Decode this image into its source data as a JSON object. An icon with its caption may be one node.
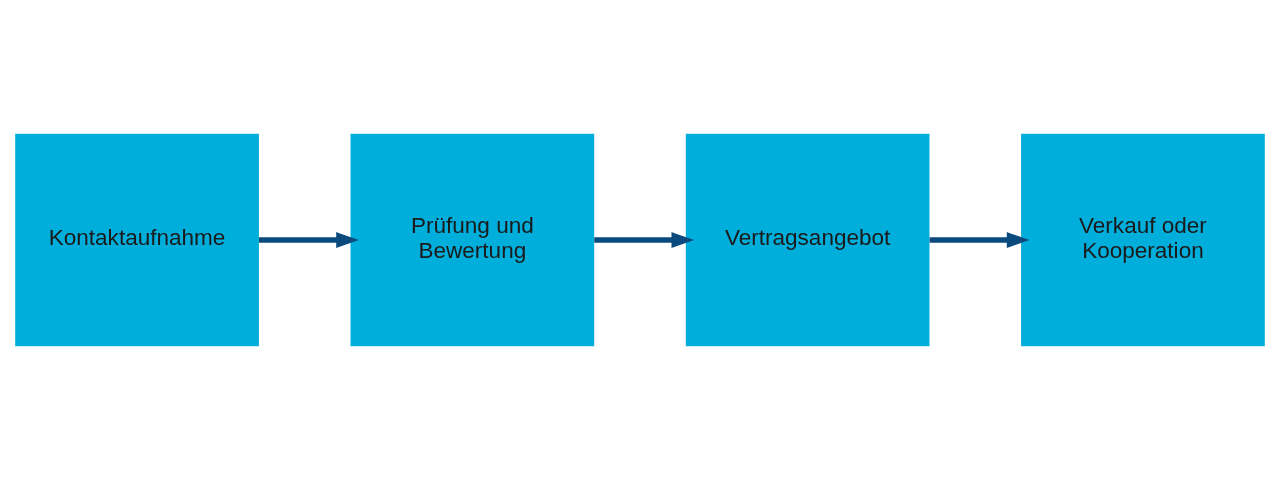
{
  "diagram": {
    "nodes": [
      {
        "text": [
          "Kontaktaufnahme"
        ]
      },
      {
        "text": [
          "Prüfung und Bewertung"
        ]
      },
      {
        "text": [
          "Vertragsangebot"
        ]
      },
      {
        "text": [
          "Verkauf oder Kooperation"
        ]
      }
    ],
    "edges": [
      {
        "from": 0,
        "to": 1,
        "arrow": "to"
      },
      {
        "from": 1,
        "to": 2,
        "arrow": "to"
      },
      {
        "from": 2,
        "to": 3,
        "arrow": "to"
      }
    ]
  }
}
